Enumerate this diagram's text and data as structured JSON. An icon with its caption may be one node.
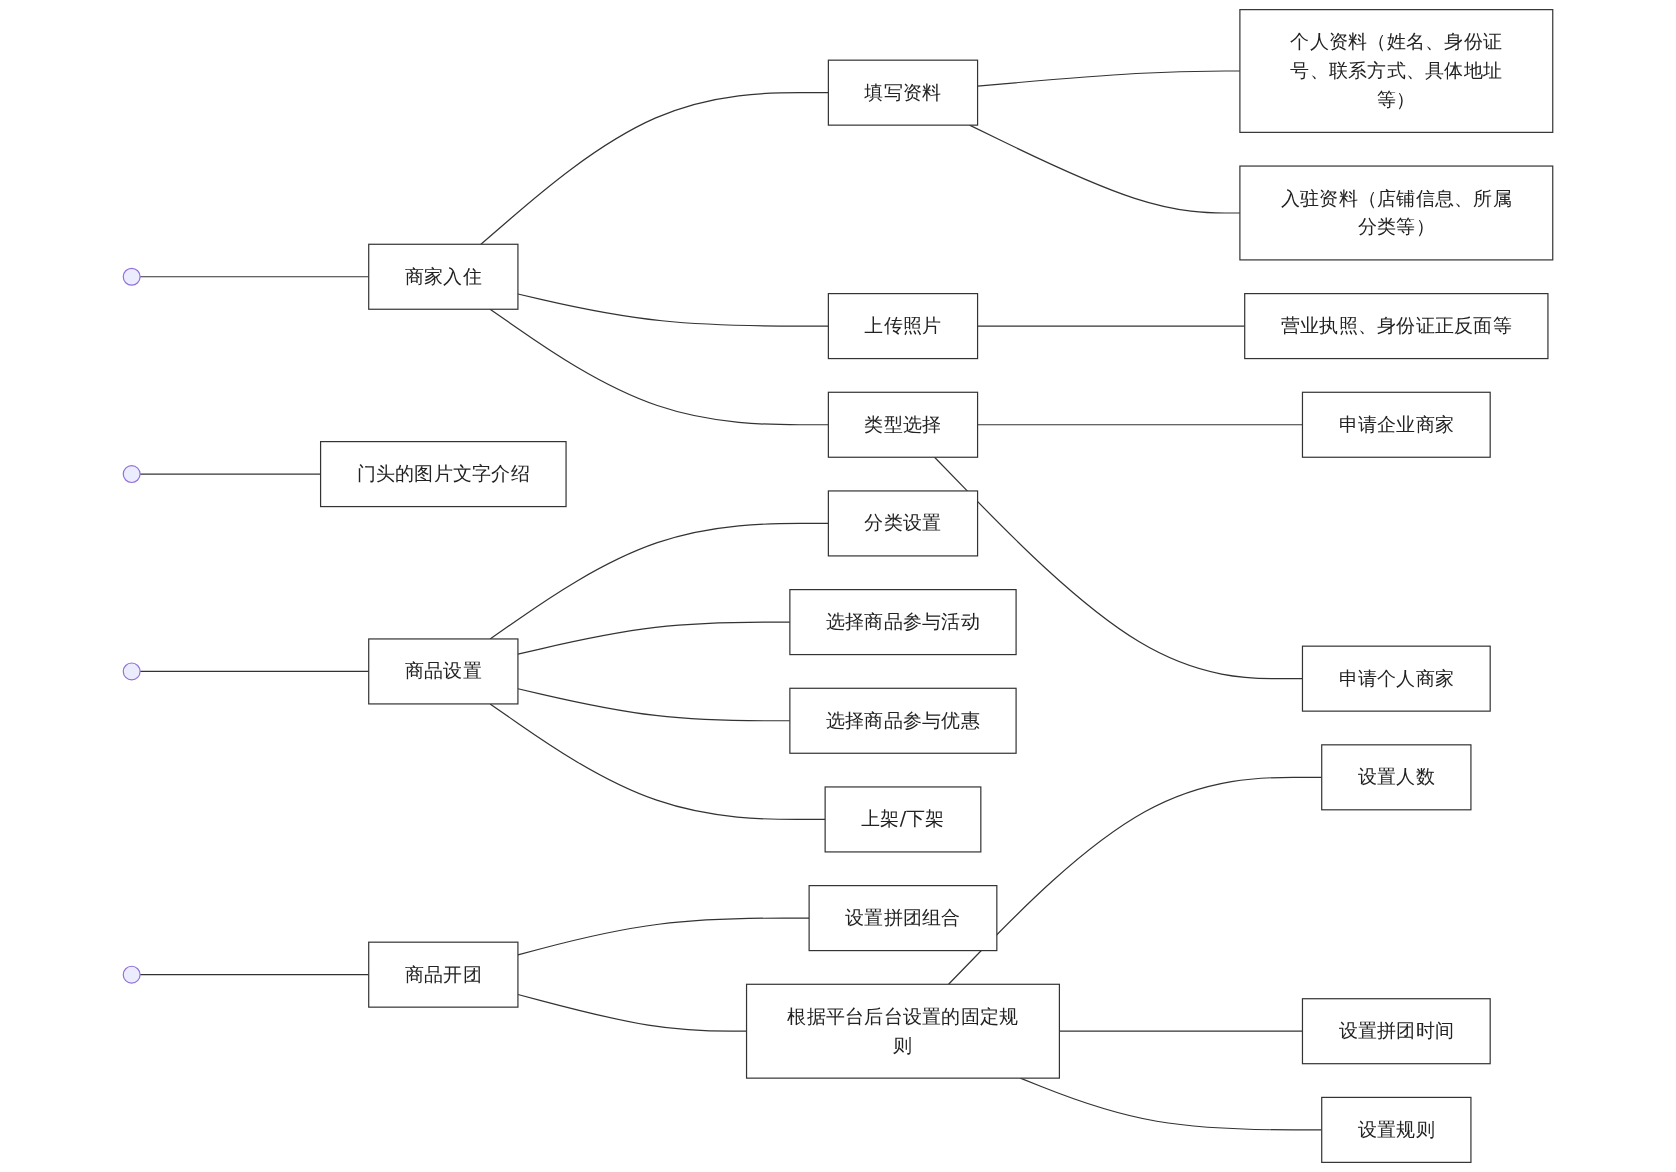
{
  "diagram": {
    "nodes": [
      {
        "text": [
          "商家入住"
        ]
      },
      {
        "text": [
          "填写资料"
        ]
      },
      {
        "text": [
          "个人资料（姓名、身份证号、联系方式、具体地址等）"
        ]
      },
      {
        "text": [
          "入驻资料（店铺信息、所属分类等）"
        ]
      },
      {
        "text": [
          "上传照片"
        ]
      },
      {
        "text": [
          "营业执照、身份证正反面等"
        ]
      },
      {
        "text": [
          "类型选择"
        ]
      },
      {
        "text": [
          "申请企业商家"
        ]
      },
      {
        "text": [
          "申请个人商家"
        ]
      },
      {
        "text": [
          "门头的图片文字介绍"
        ]
      },
      {
        "text": [
          "商品设置"
        ]
      },
      {
        "text": [
          "分类设置"
        ]
      },
      {
        "text": [
          "选择商品参与活动"
        ]
      },
      {
        "text": [
          "选择商品参与优惠"
        ]
      },
      {
        "text": [
          "上架/下架"
        ]
      },
      {
        "text": [
          "商品开团"
        ]
      },
      {
        "text": [
          "设置拼团组合"
        ]
      },
      {
        "text": [
          "根据平台后台设置的固定规则"
        ]
      },
      {
        "text": [
          "设置人数"
        ]
      },
      {
        "text": [
          "设置拼团时间"
        ]
      },
      {
        "text": [
          "设置规则"
        ]
      }
    ],
    "edges": [
      {
        "from": null,
        "to": 0,
        "arrow": "none"
      },
      {
        "from": 0,
        "to": 1,
        "arrow": "none"
      },
      {
        "from": 1,
        "to": 2,
        "arrow": "none"
      },
      {
        "from": 1,
        "to": 3,
        "arrow": "none"
      },
      {
        "from": 0,
        "to": 4,
        "arrow": "none"
      },
      {
        "from": 4,
        "to": 5,
        "arrow": "none"
      },
      {
        "from": 0,
        "to": 6,
        "arrow": "none"
      },
      {
        "from": 6,
        "to": 7,
        "arrow": "none"
      },
      {
        "from": 6,
        "to": 8,
        "arrow": "none"
      },
      {
        "from": null,
        "to": 9,
        "arrow": "none"
      },
      {
        "from": null,
        "to": 10,
        "arrow": "none"
      },
      {
        "from": 10,
        "to": 11,
        "arrow": "none"
      },
      {
        "from": 10,
        "to": 12,
        "arrow": "none"
      },
      {
        "from": 10,
        "to": 13,
        "arrow": "none"
      },
      {
        "from": 10,
        "to": 14,
        "arrow": "none"
      },
      {
        "from": null,
        "to": 15,
        "arrow": "none"
      },
      {
        "from": 15,
        "to": 16,
        "arrow": "none"
      },
      {
        "from": 15,
        "to": 17,
        "arrow": "none"
      },
      {
        "from": 17,
        "to": 18,
        "arrow": "none"
      },
      {
        "from": 17,
        "to": 19,
        "arrow": "none"
      },
      {
        "from": 17,
        "to": 20,
        "arrow": "none"
      }
    ]
  }
}
